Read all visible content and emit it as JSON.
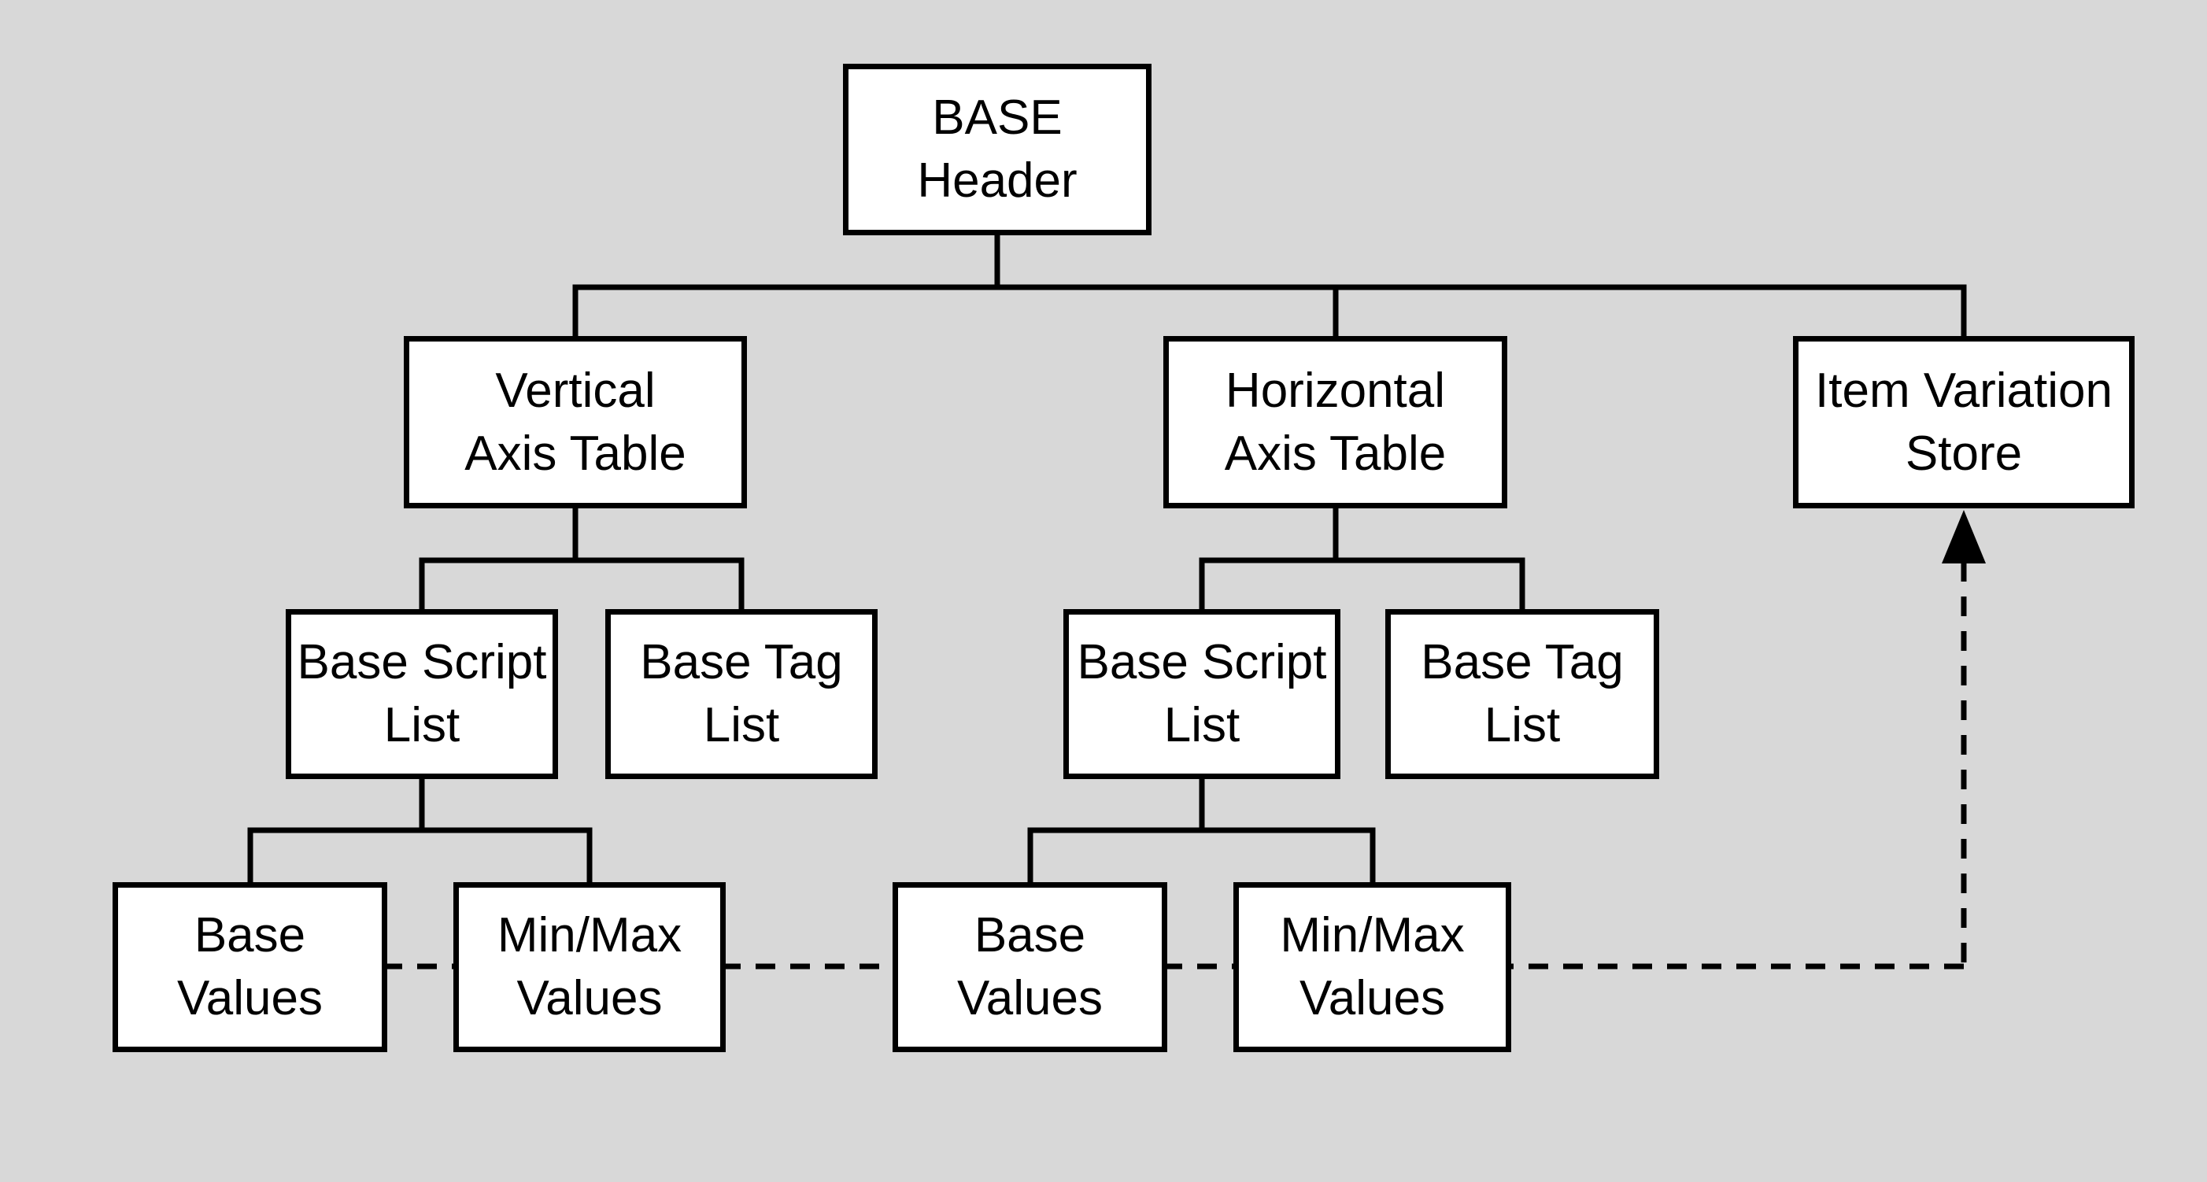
{
  "diagram": {
    "title_semantic": "BASE table structure diagram",
    "colors": {
      "background": "#d8d8d8",
      "node_fill": "#ffffff",
      "line": "#000000"
    },
    "nodes": {
      "base_header": {
        "label": "BASE\nHeader"
      },
      "vertical_axis_table": {
        "label": "Vertical\nAxis Table"
      },
      "horizontal_axis_table": {
        "label": "Horizontal\nAxis Table"
      },
      "item_variation_store": {
        "label": "Item Variation\nStore"
      },
      "base_script_list_vertical": {
        "label": "Base Script\nList"
      },
      "base_tag_list_vertical": {
        "label": "Base Tag\nList"
      },
      "base_script_list_horizontal": {
        "label": "Base Script\nList"
      },
      "base_tag_list_horizontal": {
        "label": "Base Tag\nList"
      },
      "base_values_vertical": {
        "label": "Base\nValues"
      },
      "minmax_values_vertical": {
        "label": "Min/Max\nValues"
      },
      "base_values_horizontal": {
        "label": "Base\nValues"
      },
      "minmax_values_horizontal": {
        "label": "Min/Max\nValues"
      }
    },
    "edges": {
      "solid_hierarchy": [
        {
          "from": "BASE Header",
          "to": "Vertical Axis Table"
        },
        {
          "from": "BASE Header",
          "to": "Horizontal Axis Table"
        },
        {
          "from": "BASE Header",
          "to": "Item Variation Store"
        },
        {
          "from": "Vertical Axis Table",
          "to": "Base Script List"
        },
        {
          "from": "Vertical Axis Table",
          "to": "Base Tag List"
        },
        {
          "from": "Horizontal Axis Table",
          "to": "Base Script List"
        },
        {
          "from": "Horizontal Axis Table",
          "to": "Base Tag List"
        },
        {
          "from": "Base Script List (vertical)",
          "to": "Base Values"
        },
        {
          "from": "Base Script List (vertical)",
          "to": "Min/Max Values"
        },
        {
          "from": "Base Script List (horizontal)",
          "to": "Base Values"
        },
        {
          "from": "Base Script List (horizontal)",
          "to": "Min/Max Values"
        }
      ],
      "dashed_chain": [
        "Base Values (vertical)",
        "Min/Max Values (vertical)",
        "Base Values (horizontal)",
        "Min/Max Values (horizontal)",
        "Item Variation Store (arrow)"
      ]
    }
  }
}
